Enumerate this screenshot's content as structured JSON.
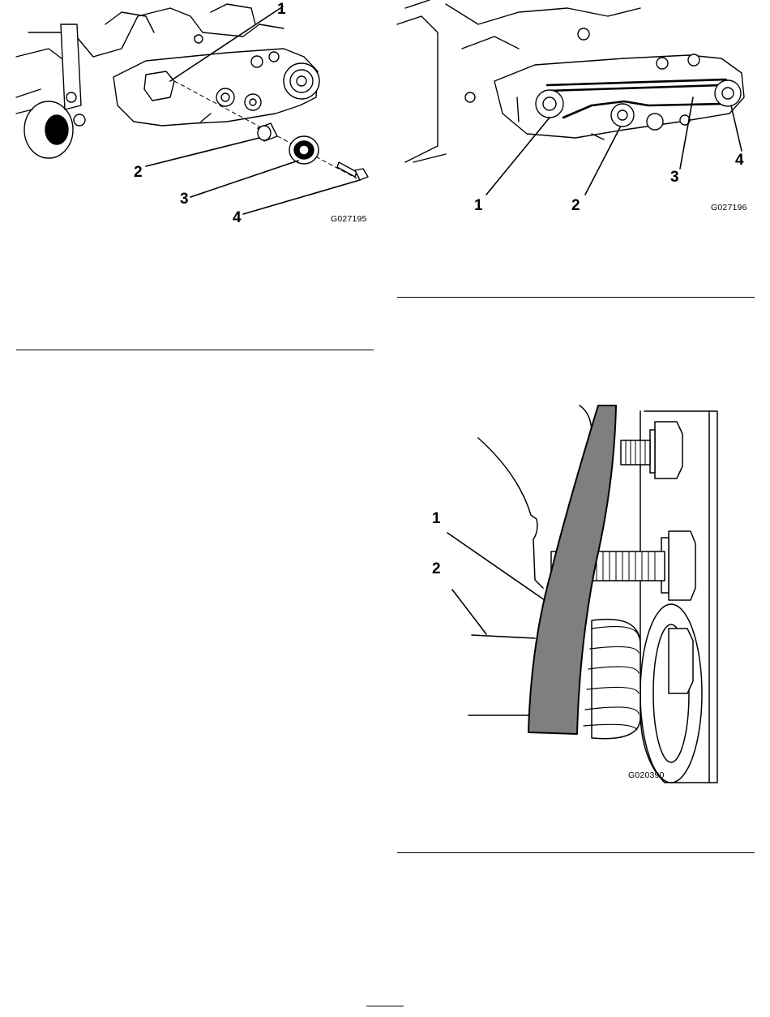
{
  "figures": [
    {
      "id": "G027195",
      "callouts": [
        "1",
        "2",
        "3",
        "4"
      ]
    },
    {
      "id": "G027196",
      "callouts": [
        "1",
        "2",
        "3",
        "4"
      ]
    },
    {
      "id": "G020390",
      "callouts": [
        "1",
        "2"
      ]
    }
  ]
}
